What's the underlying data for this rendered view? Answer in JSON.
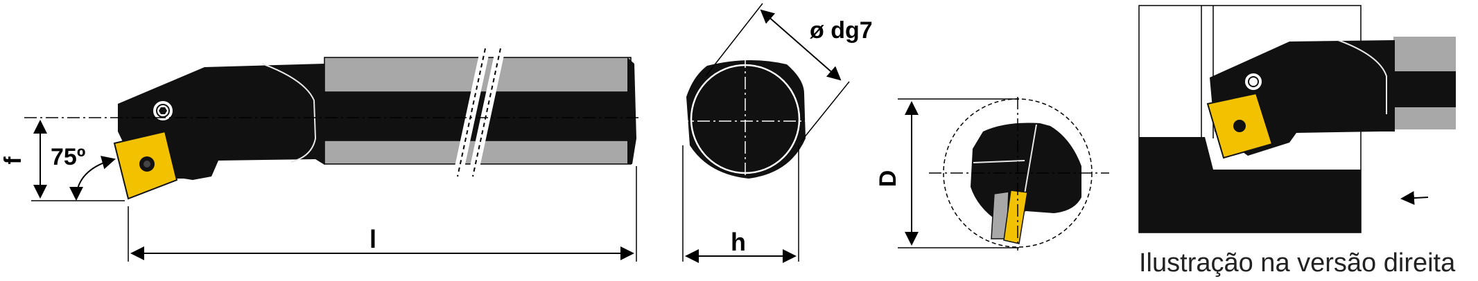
{
  "labels": {
    "f": "f",
    "angle": "75º",
    "length": "l",
    "diameter": "ø dg7",
    "height": "h",
    "bore": "D"
  },
  "caption": "Ilustração na versão direita",
  "colors": {
    "body": "#111111",
    "shank_gray": "#a8a8a8",
    "insert": "#f2c100",
    "line": "#000000"
  }
}
